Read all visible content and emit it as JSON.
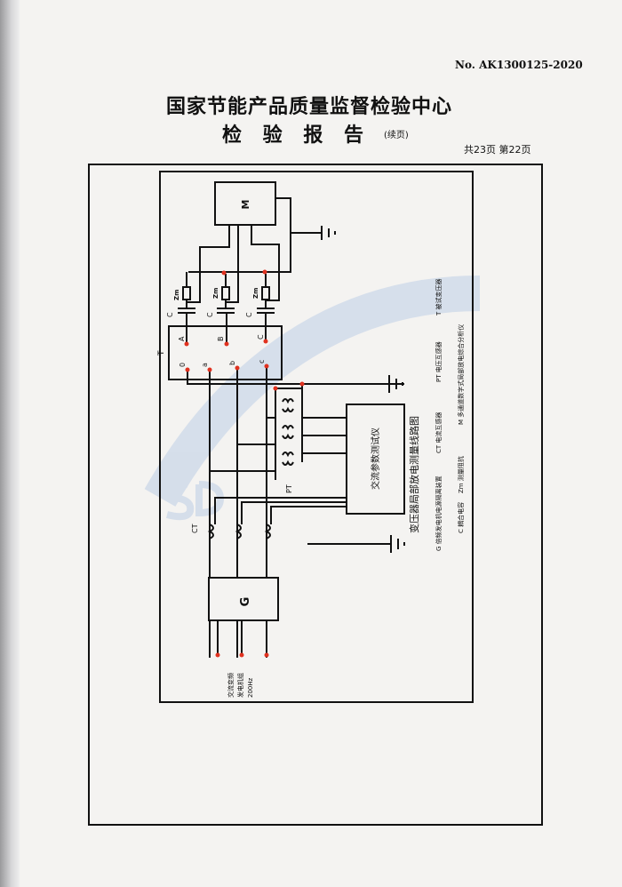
{
  "header": {
    "report_no": "No. AK1300125-2020",
    "organization": "国家节能产品质量监督检验中心",
    "title": "检 验 报 告",
    "continued": "(续页)",
    "pages": "共23页 第22页"
  },
  "diagram": {
    "title": "变压器局部放电测量线路图",
    "labels": {
      "M": "M",
      "T": "T",
      "G": "G",
      "CT": "CT",
      "PT": "PT",
      "Zm": "Zm",
      "C": "C",
      "A": "A",
      "B": "B",
      "Cterm": "C",
      "o": "0",
      "a": "a",
      "b": "b",
      "c": "c"
    },
    "instrument": "交流参数测试仪",
    "source": [
      "交流变频",
      "发电机组",
      "200Hz"
    ],
    "legend": [
      "T 被试变压器",
      "PT 电压互感器",
      "CT 电流互感器",
      "G 倍频发电机电源隔离装置",
      "M 多通道数字式局部放电综合分析仪",
      "Zm 测量阻抗",
      "C 耦合电容"
    ]
  },
  "colors": {
    "terminal": "#e0311f",
    "line": "#111111",
    "watermark": "#c9d6e8"
  }
}
